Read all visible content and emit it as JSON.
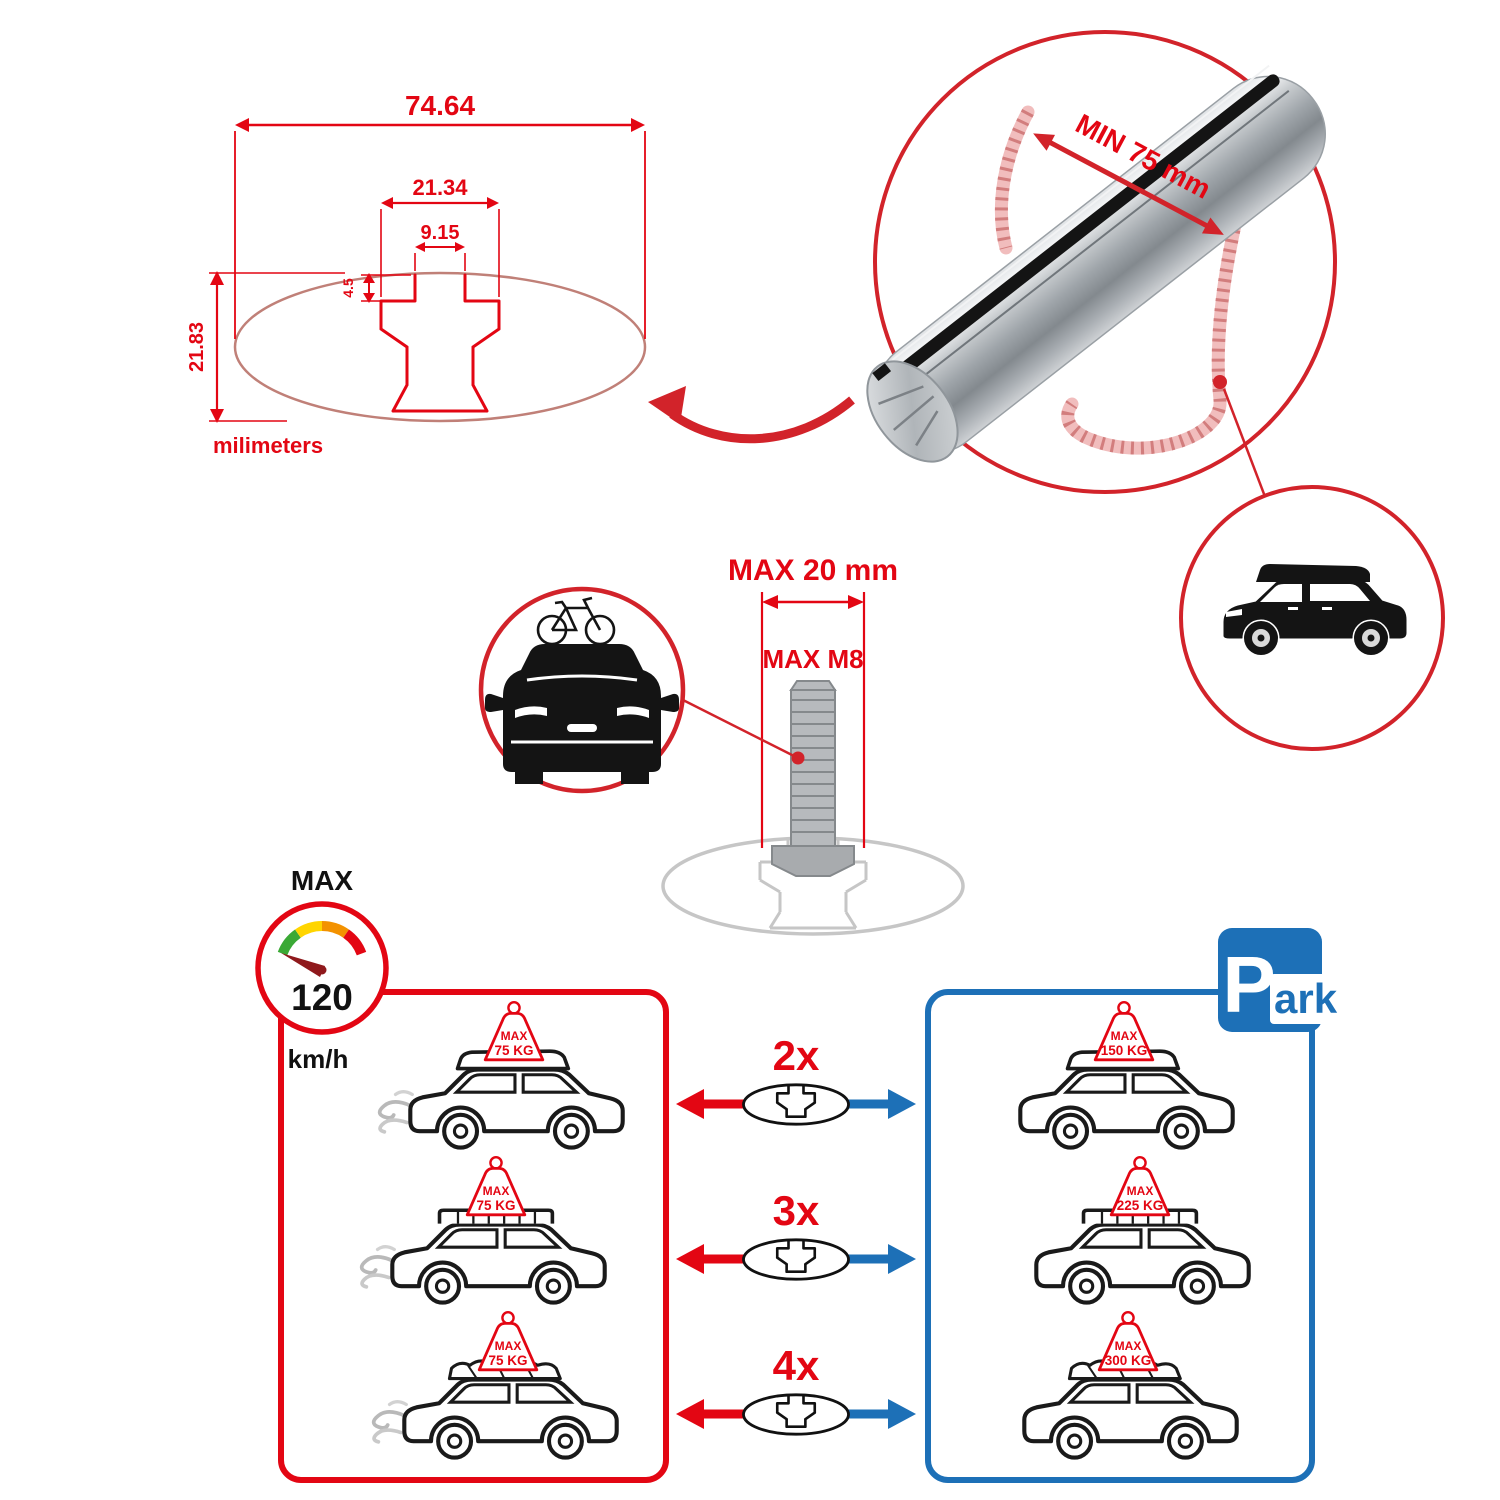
{
  "colors": {
    "accent_red": "#e30613",
    "accent_blue": "#1d70b7",
    "metal_gray": "#b7babd",
    "line_black": "#141414",
    "gauge_green": "#3aa935",
    "gauge_yellow": "#ffd500",
    "gauge_orange": "#f39200"
  },
  "profile_drawing": {
    "dim_total_width": "74.64",
    "dim_channel_width": "21.34",
    "dim_slot_width": "9.15",
    "dim_lip_depth": "4.5",
    "dim_height": "21.83",
    "unit_label": "milimeters"
  },
  "bar_detail": {
    "min_span_label": "MIN 75 mm"
  },
  "bolt_detail": {
    "max_width_label": "MAX 20 mm",
    "max_thread_label": "MAX M8"
  },
  "speed_limit": {
    "label": "MAX",
    "value": "120",
    "unit": "km/h"
  },
  "park_sign": {
    "p": "P",
    "ark": "ark"
  },
  "load_table": {
    "multipliers": [
      "2x",
      "3x",
      "4x"
    ],
    "driving": [
      {
        "line1": "MAX",
        "line2": "75 KG"
      },
      {
        "line1": "MAX",
        "line2": "75 KG"
      },
      {
        "line1": "MAX",
        "line2": "75 KG"
      }
    ],
    "parked": [
      {
        "line1": "MAX",
        "line2": "150 KG"
      },
      {
        "line1": "MAX",
        "line2": "225 KG"
      },
      {
        "line1": "MAX",
        "line2": "300 KG"
      }
    ]
  }
}
